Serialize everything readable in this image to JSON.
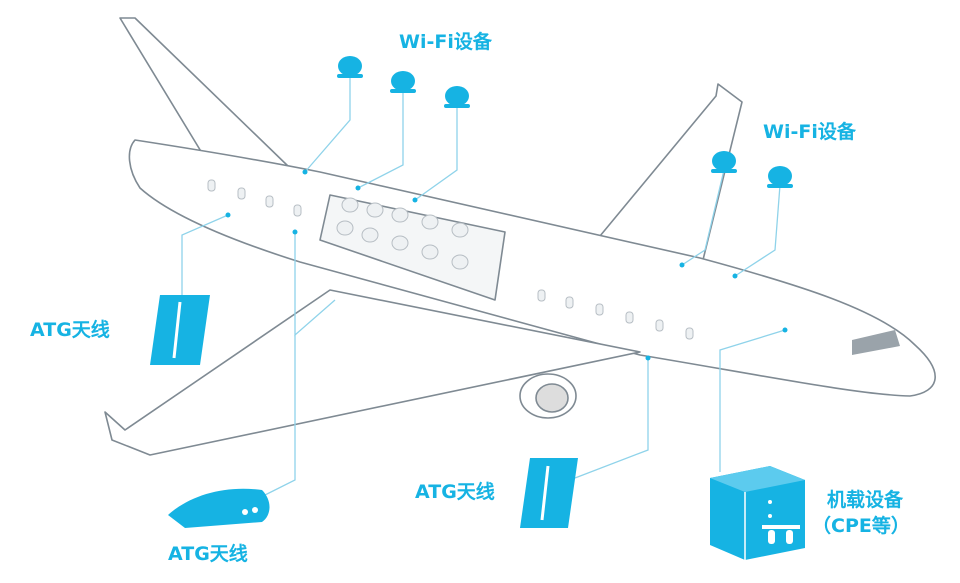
{
  "colors": {
    "accent": "#16b3e3",
    "outline": "#7f8a93",
    "line": "#8fd3ea"
  },
  "labels": {
    "wifi_top": "Wi-Fi设备",
    "wifi_right": "Wi-Fi设备",
    "atg_left": "ATG天线",
    "atg_bottom_left": "ATG天线",
    "atg_bottom_mid": "ATG天线",
    "cpe_line1": "机载设备",
    "cpe_line2": "（CPE等）"
  }
}
